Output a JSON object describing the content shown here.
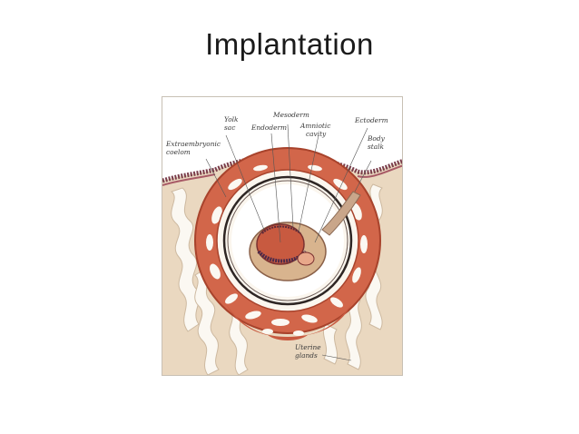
{
  "slide": {
    "title": "Implantation"
  },
  "diagram": {
    "labels": {
      "yolk_sac_1": "Yolk",
      "yolk_sac_2": "sac",
      "mesoderm": "Mesoderm",
      "endoderm": "Endoderm",
      "amniotic_1": "Amniotic",
      "amniotic_2": "cavity",
      "ectoderm": "Ectoderm",
      "extraembryonic_1": "Extraembryonic",
      "extraembryonic_2": "coelom",
      "body_stalk_1": "Body",
      "body_stalk_2": "stalk",
      "uterine_1": "Uterine",
      "uterine_2": "glands"
    },
    "colors": {
      "background": "#ffffff",
      "endometrium": "#ead8c0",
      "trophoblast": "#d2664a",
      "trophoblast_dark": "#a8432c",
      "surface_epithelium": "#7a3d4a",
      "glands": "#fbf8f2",
      "label_text": "#3a3a3a"
    }
  }
}
